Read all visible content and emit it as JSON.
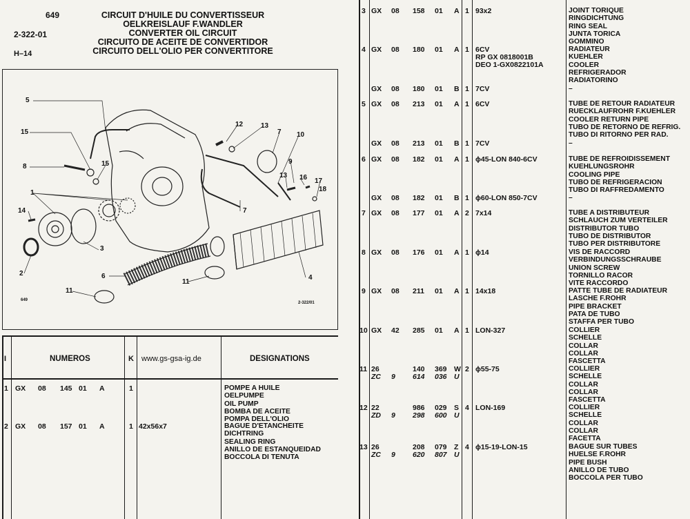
{
  "header": {
    "page_number": "649",
    "reference": "2-322-01",
    "grid_ref": "H–14",
    "titles": [
      "CIRCUIT D'HUILE DU CONVERTISSEUR",
      "OELKREISLAUF F.WANDLER",
      "CONVERTER OIL CIRCUIT",
      "CIRCUITO DE ACEITE DE CONVERTIDOR",
      "CIRCUITO DELL'OLIO PER CONVERTITORE"
    ]
  },
  "diagram": {
    "figure_number": "649",
    "drawing_ref": "2-322/01",
    "callouts": [
      "1",
      "2",
      "3",
      "4",
      "5",
      "6",
      "7",
      "8",
      "9",
      "10",
      "11",
      "12",
      "13",
      "14",
      "15",
      "16",
      "17",
      "18"
    ]
  },
  "table_header": {
    "col_i": "I",
    "col_numeros": "NUMEROS",
    "col_k": "K",
    "website": "www.gs-gsa-ig.de",
    "col_designations": "DESIGNATIONS"
  },
  "rows_left": [
    {
      "i": "1",
      "a": "GX",
      "b": "08",
      "c": "145",
      "d": "01",
      "e": "A",
      "k": "1",
      "spec": "",
      "designations": [
        "POMPE A HUILE",
        "OELPUMPE",
        "OIL PUMP",
        "BOMBA DE ACEITE",
        "POMPA DELL'OLIO"
      ]
    },
    {
      "i": "2",
      "a": "GX",
      "b": "08",
      "c": "157",
      "d": "01",
      "e": "A",
      "k": "1",
      "spec": "42x56x7",
      "designations": [
        "BAGUE D'ETANCHEITE",
        "DICHTRING",
        "SEALING RING",
        "ANILLO DE ESTANQUEIDAD",
        "BOCCOLA DI TENUTA"
      ]
    }
  ],
  "rows_right": [
    {
      "i": "3",
      "a": "GX",
      "b": "08",
      "c": "158",
      "d": "01",
      "e": "A",
      "k": "1",
      "spec": [
        "93x2"
      ],
      "designations": [
        "JOINT TORIQUE",
        "RINGDICHTUNG",
        "RING SEAL",
        "JUNTA TORICA",
        "GOMMINO"
      ]
    },
    {
      "i": "4",
      "a": "GX",
      "b": "08",
      "c": "180",
      "d": "01",
      "e": "A",
      "k": "1",
      "spec": [
        "6CV",
        "RP GX 0818001B",
        "DEO 1-GX0822101A"
      ],
      "designations": [
        "RADIATEUR",
        "KUEHLER",
        "COOLER",
        "REFRIGERADOR",
        "RADIATORINO"
      ]
    },
    {
      "i": "",
      "a": "GX",
      "b": "08",
      "c": "180",
      "d": "01",
      "e": "B",
      "k": "1",
      "spec": [
        "7CV"
      ],
      "designations": [
        "–"
      ]
    },
    {
      "i": "5",
      "a": "GX",
      "b": "08",
      "c": "213",
      "d": "01",
      "e": "A",
      "k": "1",
      "spec": [
        "6CV"
      ],
      "designations": [
        "TUBE DE RETOUR RADIATEUR",
        "RUECKLAUFROHR F.KUEHLER",
        "COOLER RETURN PIPE",
        "TUBO DE RETORNO DE REFRIG.",
        "TUBO DI RITORNO PER RAD."
      ]
    },
    {
      "i": "",
      "a": "GX",
      "b": "08",
      "c": "213",
      "d": "01",
      "e": "B",
      "k": "1",
      "spec": [
        "7CV"
      ],
      "designations": [
        "–"
      ]
    },
    {
      "i": "6",
      "a": "GX",
      "b": "08",
      "c": "182",
      "d": "01",
      "e": "A",
      "k": "1",
      "spec": [
        "ϕ45-LON 840-6CV"
      ],
      "designations": [
        "TUBE DE REFROIDISSEMENT",
        "KUEHLUNGSROHR",
        "COOLING PIPE",
        "TUBO DE REFRIGERACION",
        "TUBO DI RAFFREDAMENTO"
      ]
    },
    {
      "i": "",
      "a": "GX",
      "b": "08",
      "c": "182",
      "d": "01",
      "e": "B",
      "k": "1",
      "spec": [
        "ϕ60-LON 850-7CV"
      ],
      "designations": [
        "–"
      ]
    },
    {
      "i": "7",
      "a": "GX",
      "b": "08",
      "c": "177",
      "d": "01",
      "e": "A",
      "k": "2",
      "spec": [
        "7x14"
      ],
      "designations": [
        "TUBE A DISTRIBUTEUR",
        "SCHLAUCH ZUM VERTEILER",
        "DISTRIBUTOR TUBO",
        "TUBO DE DISTRIBUTOR",
        "TUBO PER DISTRIBUTORE"
      ]
    },
    {
      "i": "8",
      "a": "GX",
      "b": "08",
      "c": "176",
      "d": "01",
      "e": "A",
      "k": "1",
      "spec": [
        "ϕ14"
      ],
      "designations": [
        "VIS DE RACCORD",
        "VERBINDUNGSSCHRAUBE",
        "UNION SCREW",
        "TORNILLO RACOR",
        "VITE RACCORDO"
      ]
    },
    {
      "i": "9",
      "a": "GX",
      "b": "08",
      "c": "211",
      "d": "01",
      "e": "A",
      "k": "1",
      "spec": [
        "14x18"
      ],
      "designations": [
        "PATTE TUBE DE RADIATEUR",
        "LASCHE F.ROHR",
        "PIPE BRACKET",
        "PATA DE TUBO",
        "STAFFA PER TUBO"
      ]
    },
    {
      "i": "10",
      "a": "GX",
      "b": "42",
      "c": "285",
      "d": "01",
      "e": "A",
      "k": "1",
      "spec": [
        "LON-327"
      ],
      "designations": [
        "COLLIER",
        "SCHELLE",
        "COLLAR",
        "COLLAR",
        "FASCETTA"
      ]
    },
    {
      "i": "11",
      "a": "26",
      "a2": "ZC",
      "b": "",
      "b2": "9",
      "c": "140",
      "c2": "614",
      "d": "369",
      "d2": "036",
      "e": "W",
      "e2": "U",
      "k": "2",
      "spec": [
        "ϕ55-75"
      ],
      "designations": [
        "COLLIER",
        "SCHELLE",
        "COLLAR",
        "COLLAR",
        "FASCETTA"
      ]
    },
    {
      "i": "12",
      "a": "22",
      "a2": "ZD",
      "b": "",
      "b2": "9",
      "c": "986",
      "c2": "298",
      "d": "029",
      "d2": "600",
      "e": "S",
      "e2": "U",
      "k": "4",
      "spec": [
        "LON-169"
      ],
      "designations": [
        "COLLIER",
        "SCHELLE",
        "COLLAR",
        "COLLAR",
        "FACETTA"
      ]
    },
    {
      "i": "13",
      "a": "26",
      "a2": "ZC",
      "b": "",
      "b2": "9",
      "c": "208",
      "c2": "620",
      "d": "079",
      "d2": "807",
      "e": "Z",
      "e2": "U",
      "k": "4",
      "spec": [
        "ϕ15-19-LON-15"
      ],
      "designations": [
        "BAGUE SUR TUBES",
        "HUELSE F.ROHR",
        "PIPE BUSH",
        "ANILLO DE TUBO",
        "BOCCOLA PER TUBO"
      ]
    }
  ]
}
